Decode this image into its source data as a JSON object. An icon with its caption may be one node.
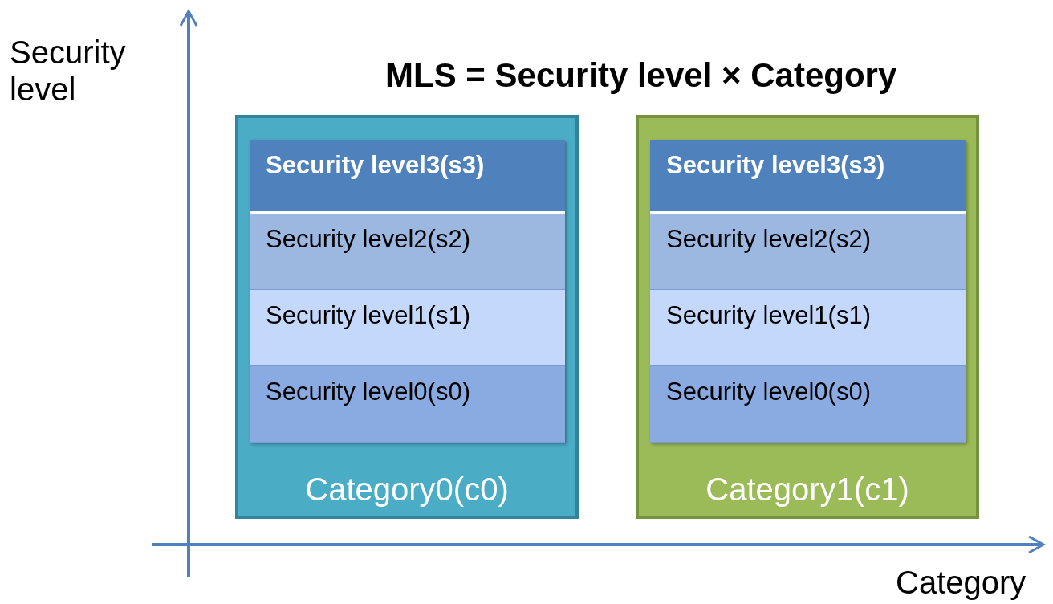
{
  "diagram": {
    "title": "MLS = Security level × Category",
    "nodes": [
      {
        "text": [
          "Category0(c0)"
        ]
      },
      {
        "text": [
          "Security level3(s3)"
        ],
        "in": 0
      },
      {
        "text": [
          "Security level2(s2)"
        ],
        "in": 0
      },
      {
        "text": [
          "Security level1(s1)"
        ],
        "in": 0
      },
      {
        "text": [
          "Security level0(s0)"
        ],
        "in": 0
      },
      {
        "text": [
          "Category1(c1)"
        ]
      },
      {
        "text": [
          "Security level3(s3)"
        ],
        "in": 5
      },
      {
        "text": [
          "Security level2(s2)"
        ],
        "in": 5
      },
      {
        "text": [
          "Security level1(s1)"
        ],
        "in": 5
      },
      {
        "text": [
          "Security level0(s0)"
        ],
        "in": 5
      }
    ],
    "edges": [],
    "labels": [
      "Security level",
      "Category"
    ]
  }
}
